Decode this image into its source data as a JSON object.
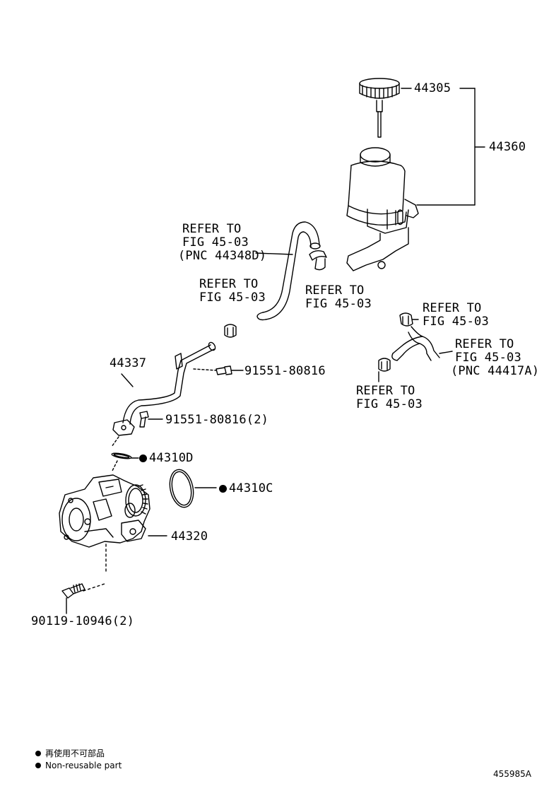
{
  "labels": {
    "p44305": "44305",
    "p44360": "44360",
    "ref1_line1": "REFER TO",
    "ref1_line2": "FIG 45-03",
    "ref1_line3": "(PNC 44348D)",
    "ref2_line1": "REFER TO",
    "ref2_line2": "FIG 45-03",
    "ref3_line1": "REFER TO",
    "ref3_line2": "FIG 45-03",
    "ref4_line1": "REFER TO",
    "ref4_line2": "FIG 45-03",
    "ref5_line1": "REFER TO",
    "ref5_line2": "FIG 45-03",
    "ref5_line3": "(PNC 44417A)",
    "ref6_line1": "REFER TO",
    "ref6_line2": "FIG 45-03",
    "p44337": "44337",
    "bolt1": "91551-80816",
    "bolt2": "91551-80816(2)",
    "p44310d": "44310D",
    "p44310c": "44310C",
    "p44320": "44320",
    "bolt3": "90119-10946(2)"
  },
  "legend": {
    "jp": "再使用不可部品",
    "en": "Non-reusable part"
  },
  "figure_id": "455985A"
}
